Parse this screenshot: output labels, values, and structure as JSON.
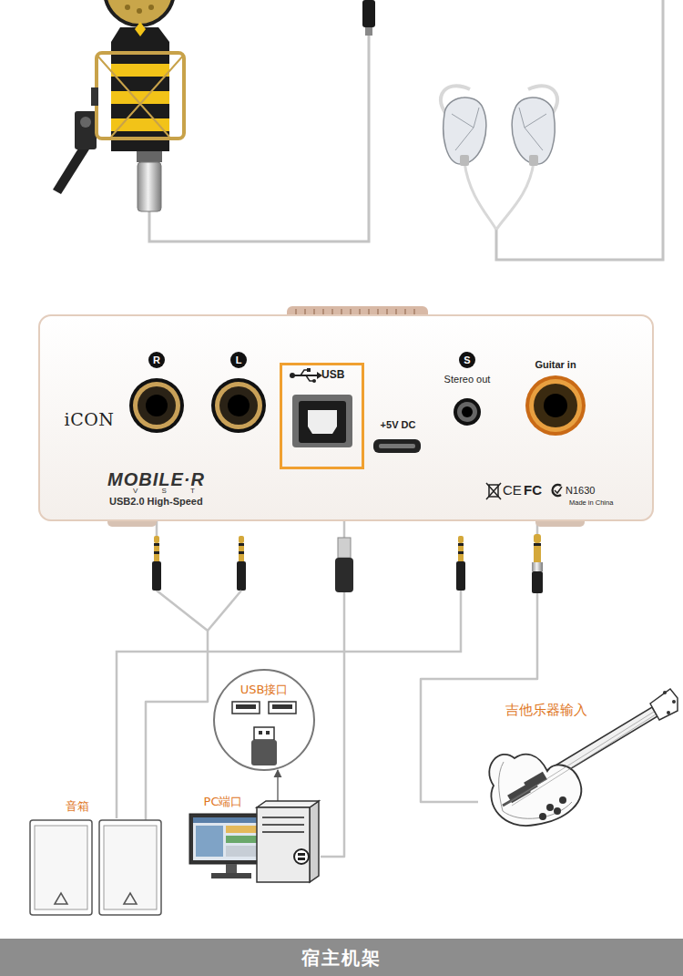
{
  "diagram": {
    "nodes": [
      {
        "text": [
          "iCON",
          "Stereo out",
          "Guitar in",
          "+5V DC",
          "MOBILE·R",
          "V S T",
          "USB2.0 High-Speed",
          "CE",
          "FC",
          "N1630",
          "Made in China"
        ]
      },
      {
        "text": [
          "R"
        ],
        "in": 0
      },
      {
        "text": [
          "L"
        ],
        "in": 0
      },
      {
        "text": [
          "USB"
        ],
        "in": 0
      },
      {
        "text": [
          "S"
        ],
        "in": 0
      },
      {
        "text": [
          "USB接口"
        ]
      },
      {
        "text": [
          "吉他乐器输入"
        ]
      },
      {
        "text": [
          "音箱"
        ]
      },
      {
        "text": [
          "PC端口"
        ]
      },
      {
        "text": [
          "宿主机架"
        ]
      }
    ],
    "edges": [
      {
        "from": 0,
        "to": 7,
        "arrow": "none"
      },
      {
        "from": 0,
        "to": 8,
        "arrow": "none"
      },
      {
        "from": 0,
        "to": 6,
        "arrow": "none"
      },
      {
        "from": 8,
        "to": 5,
        "arrow": "to"
      }
    ]
  }
}
